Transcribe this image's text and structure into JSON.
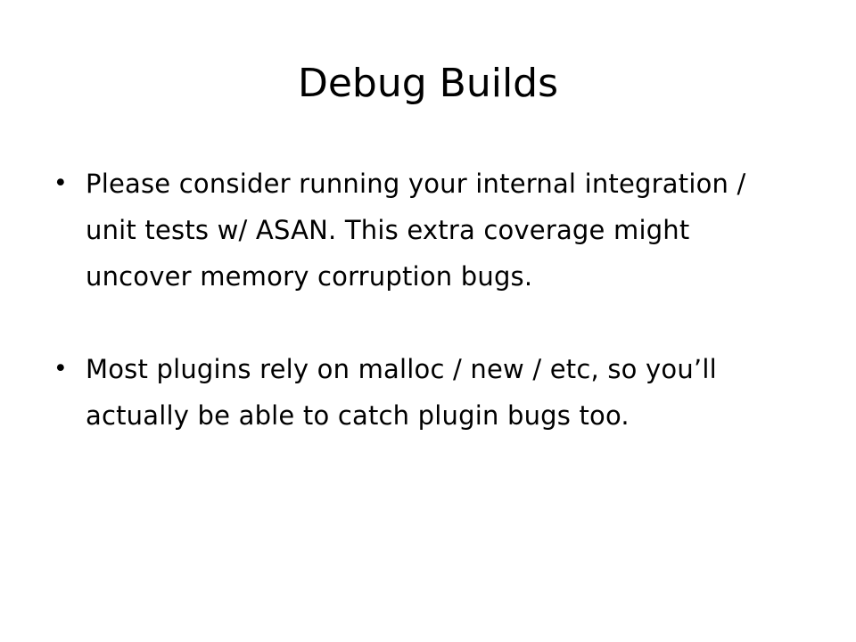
{
  "slide": {
    "title": "Debug Builds",
    "bullets": [
      {
        "symbol": "•",
        "text": "Please consider running your internal integration / unit tests w/ ASAN. This extra coverage might uncover memory corruption bugs."
      },
      {
        "symbol": "•",
        "text": "Most plugins rely on malloc / new / etc, so you’ll actually be able to catch plugin bugs too."
      }
    ]
  }
}
